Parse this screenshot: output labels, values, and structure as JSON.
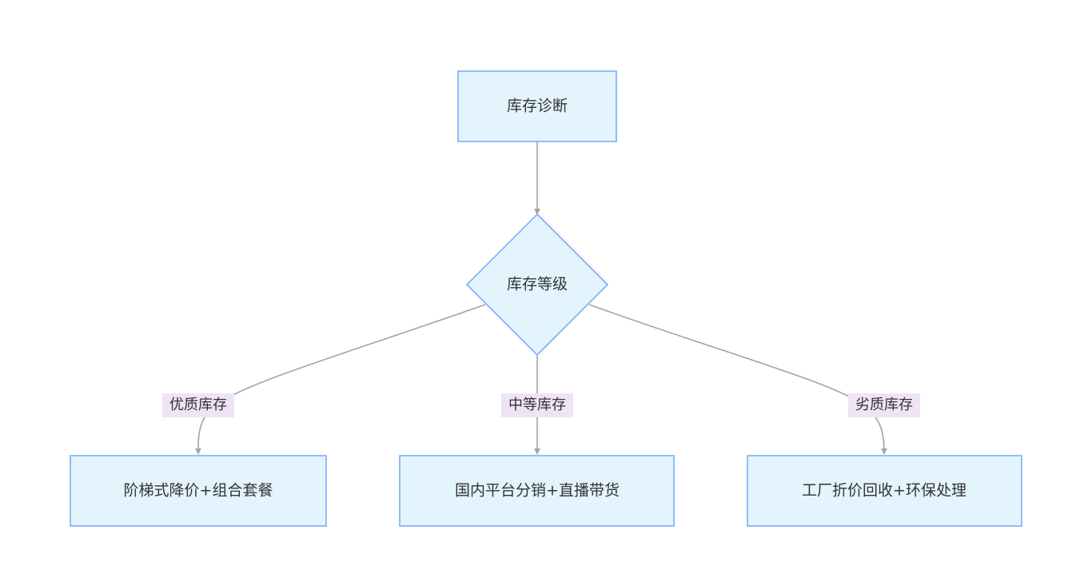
{
  "nodes": {
    "diagnosis": "库存诊断",
    "grade": "库存等级",
    "option_high": "阶梯式降价+组合套餐",
    "option_mid": "国内平台分销+直播带货",
    "option_low": "工厂折价回收+环保处理"
  },
  "edges": {
    "high": "优质库存",
    "mid": "中等库存",
    "low": "劣质库存"
  },
  "colors": {
    "node_fill": "#e3f4fd",
    "node_stroke": "#7cadf7",
    "edge": "#a3a3a3",
    "label_bg": "#efe3f6"
  }
}
